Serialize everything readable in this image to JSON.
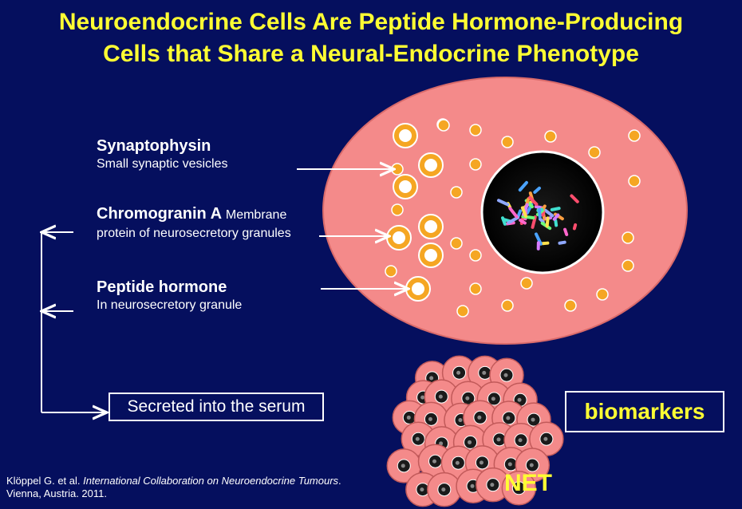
{
  "title": {
    "line1": "Neuroendocrine Cells Are Peptide Hormone-Producing",
    "line2": "Cells that Share a Neural-Endocrine Phenotype"
  },
  "labels": {
    "synaptophysin": {
      "head": "Synaptophysin",
      "sub": "Small synaptic vesicles"
    },
    "chromogranin": {
      "head": "Chromogranin A",
      "head_rest": "Membrane",
      "sub": "protein of neurosecretory granules"
    },
    "peptide": {
      "head": "Peptide hormone",
      "sub": "In neurosecretory granule"
    }
  },
  "serum_box": "Secreted into the serum",
  "biomarkers": "biomarkers",
  "net_label": "NET",
  "citation": {
    "authors": "Klöppel G. et al.",
    "journal_part1": "International Collaboration on Neuroendocrine",
    "journal_part2": "Tumours",
    "rest": ". Vienna, Austria. 2011."
  },
  "colors": {
    "background": "#050f5e",
    "title": "#ffff33",
    "cell_fill": "#f48a8a",
    "granule": "#f5a623"
  }
}
